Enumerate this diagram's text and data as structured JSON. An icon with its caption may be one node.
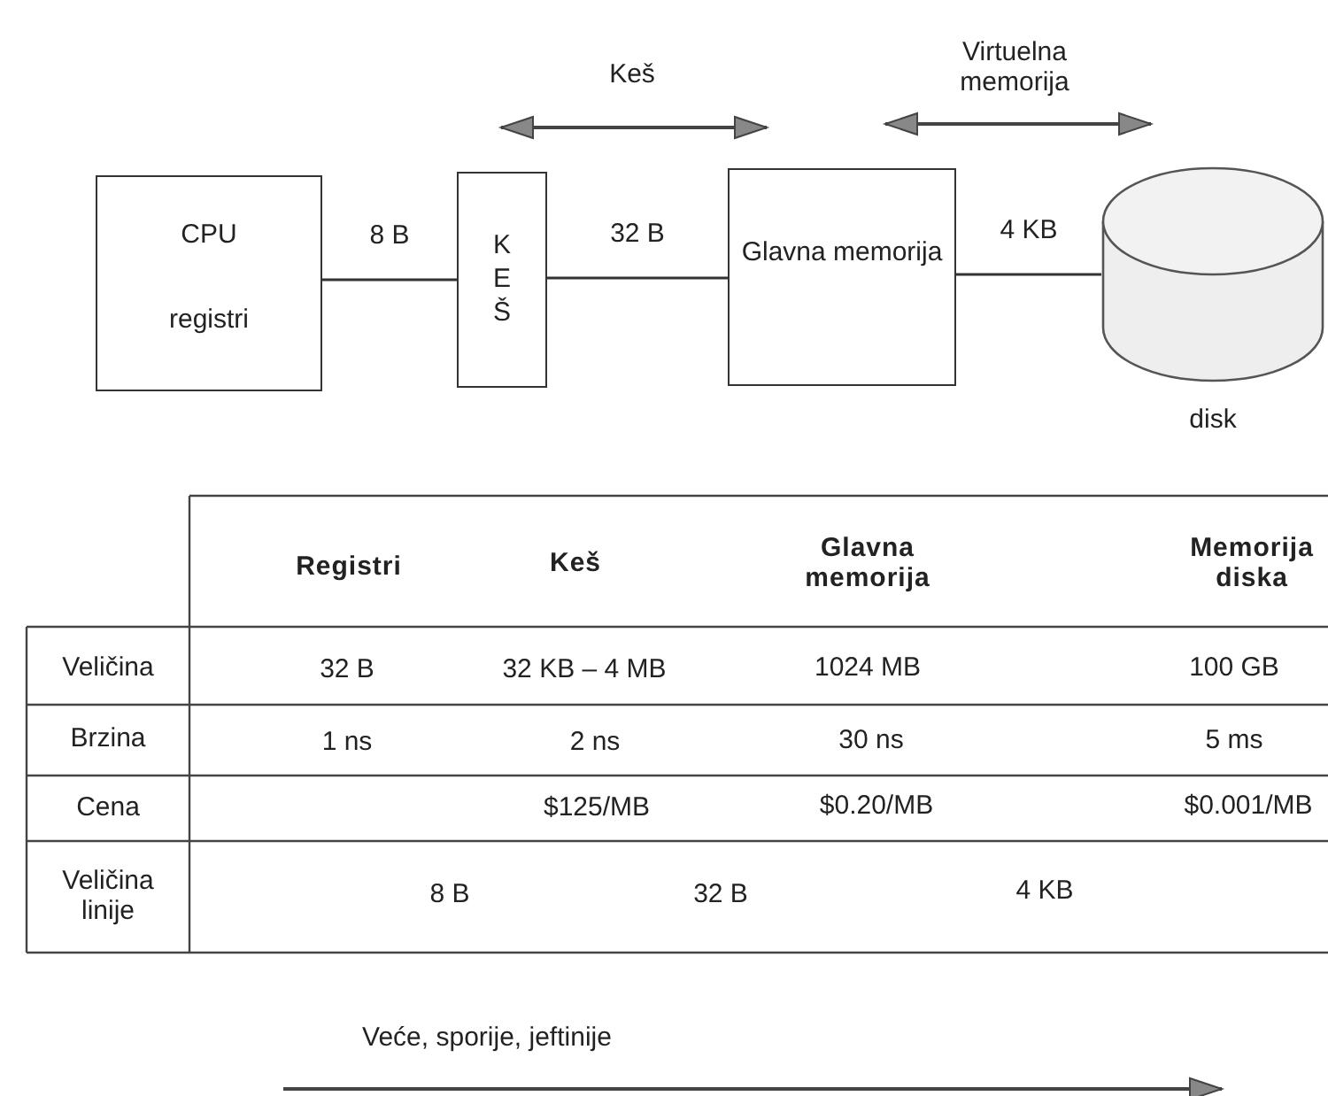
{
  "diagram": {
    "nodes": [
      {
        "text": [
          "CPU",
          "registri"
        ]
      },
      {
        "text": [
          "KEŠ"
        ]
      },
      {
        "text": [
          "Glavna memorija"
        ]
      },
      {
        "text": [],
        "shape": "cylinder",
        "beside": [
          "disk"
        ]
      }
    ],
    "edges": [
      {
        "from": 0,
        "to": 1,
        "arrow": "none",
        "label": "8 B"
      },
      {
        "from": 1,
        "to": 2,
        "arrow": "none",
        "label": "32 B"
      },
      {
        "from": 2,
        "to": 3,
        "arrow": "none",
        "label": "4 KB"
      }
    ],
    "labels": [
      "Keš",
      "Virtuelna memorija",
      "Registri",
      "Keš",
      "Glavna memorija",
      "Memorija diska",
      "Veličina",
      "32 B",
      "32 KB – 4 MB",
      "1024 MB",
      "100 GB",
      "Brzina",
      "1 ns",
      "2 ns",
      "30 ns",
      "5 ms",
      "Cena",
      "$125/MB",
      "$0.20/MB",
      "$0.001/MB",
      "Veličina linije",
      "8 B",
      "32 B",
      "4 KB",
      "Veće, sporije, jeftinije"
    ]
  }
}
